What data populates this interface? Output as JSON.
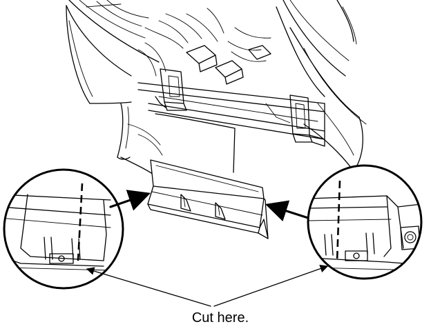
{
  "callout": {
    "label": "Cut here."
  },
  "colors": {
    "line": "#000000",
    "background": "#ffffff"
  },
  "parts": {
    "overview": "dashboard-lower-area",
    "removed_part": "lower-cover-panel",
    "left_detail": "left-clip-detail",
    "right_detail": "right-clip-detail"
  }
}
